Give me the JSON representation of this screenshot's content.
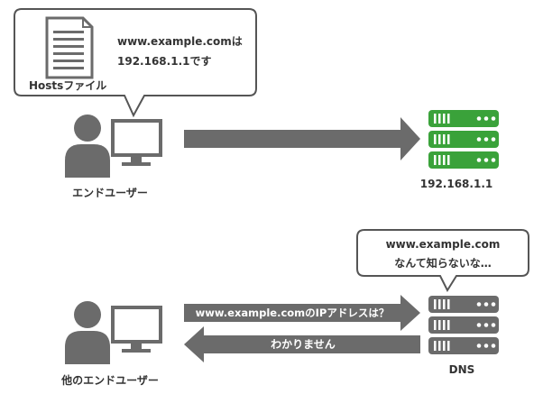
{
  "top": {
    "bubble_line1": "www.example.comは",
    "bubble_line2": "192.168.1.1です",
    "hosts_label": "Hostsファイル",
    "user_label": "エンドユーザー",
    "server_label": "192.168.1.1",
    "server_color": "#3aa23a"
  },
  "bottom": {
    "bubble_line1": "www.example.com",
    "bubble_line2": "なんて知らないな…",
    "query_label": "www.example.comのIPアドレスは？",
    "reply_label": "わかりません",
    "user_label": "他のエンドユーザー",
    "server_label": "DNS",
    "server_color": "#6b6b6b"
  },
  "colors": {
    "icon_gray": "#6b6b6b",
    "arrow_gray": "#6b6b6b",
    "bubble_border": "#555555"
  }
}
